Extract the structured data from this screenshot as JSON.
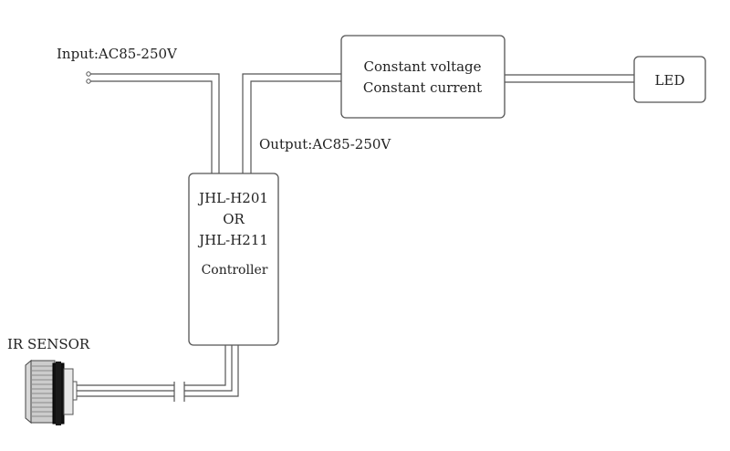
{
  "input_label": "Input:AC85-250V",
  "output_label": "Output:AC85-250V",
  "driver": {
    "line1": "Constant voltage",
    "line2": "Constant current"
  },
  "led_label": "LED",
  "controller": {
    "line1": "JHL-H201",
    "line2": "OR",
    "line3": "JHL-H211",
    "line4": "Controller"
  },
  "sensor_label": "IR SENSOR",
  "colors": {
    "line": "#555555",
    "text": "#222222",
    "sensor_body": "#cccccc",
    "sensor_ring": "#111111"
  }
}
